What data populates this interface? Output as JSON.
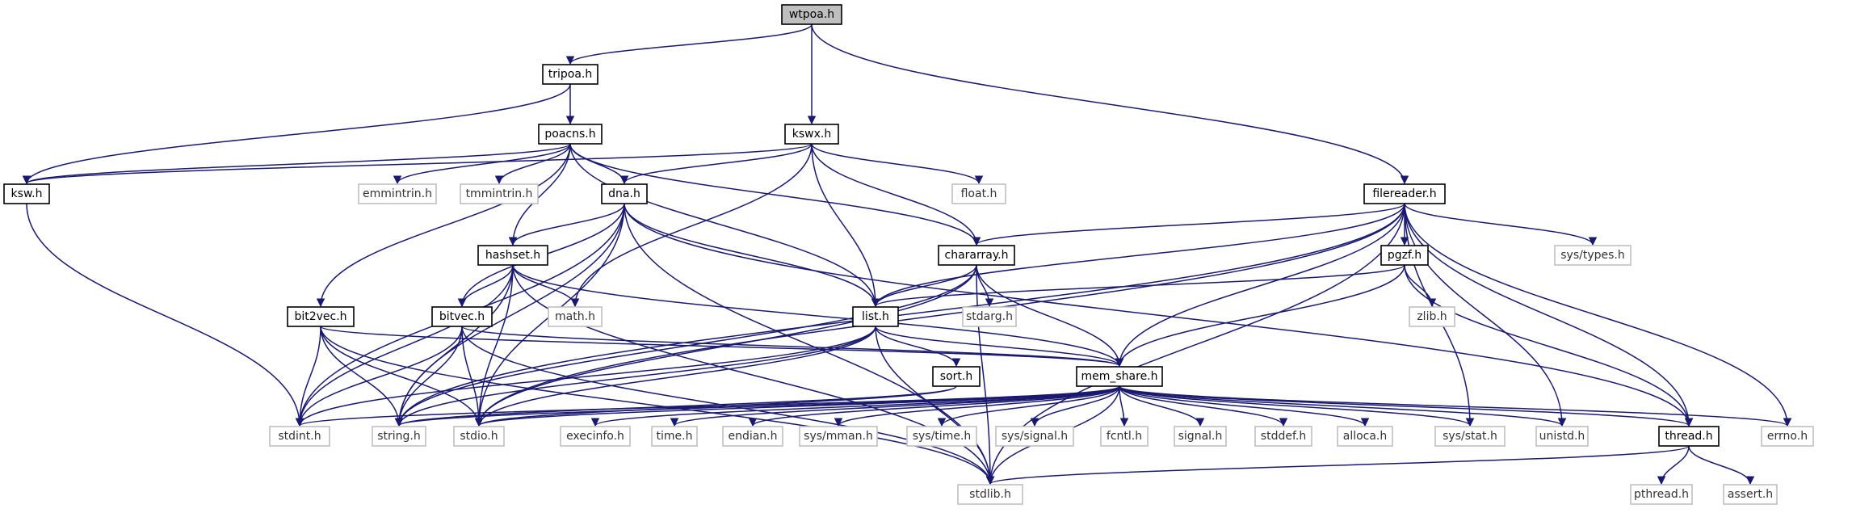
{
  "graph": {
    "root": "wtpoa.h",
    "nodes": [
      {
        "id": "wtpoa",
        "label": "wtpoa.h",
        "kind": "root"
      },
      {
        "id": "tripoa",
        "label": "tripoa.h",
        "kind": "doc"
      },
      {
        "id": "poacns",
        "label": "poacns.h",
        "kind": "doc"
      },
      {
        "id": "kswx",
        "label": "kswx.h",
        "kind": "doc"
      },
      {
        "id": "ksw",
        "label": "ksw.h",
        "kind": "doc"
      },
      {
        "id": "emmintrin",
        "label": "emmintrin.h",
        "kind": "sys"
      },
      {
        "id": "tmmintrin",
        "label": "tmmintrin.h",
        "kind": "sys"
      },
      {
        "id": "dna",
        "label": "dna.h",
        "kind": "doc"
      },
      {
        "id": "floath",
        "label": "float.h",
        "kind": "sys"
      },
      {
        "id": "filereader",
        "label": "filereader.h",
        "kind": "doc"
      },
      {
        "id": "hashset",
        "label": "hashset.h",
        "kind": "doc"
      },
      {
        "id": "chararray",
        "label": "chararray.h",
        "kind": "doc"
      },
      {
        "id": "pgzf",
        "label": "pgzf.h",
        "kind": "doc"
      },
      {
        "id": "systypes",
        "label": "sys/types.h",
        "kind": "sys"
      },
      {
        "id": "bit2vec",
        "label": "bit2vec.h",
        "kind": "doc"
      },
      {
        "id": "bitvec",
        "label": "bitvec.h",
        "kind": "doc"
      },
      {
        "id": "math",
        "label": "math.h",
        "kind": "sys"
      },
      {
        "id": "list",
        "label": "list.h",
        "kind": "doc"
      },
      {
        "id": "stdarg",
        "label": "stdarg.h",
        "kind": "sys"
      },
      {
        "id": "zlib",
        "label": "zlib.h",
        "kind": "sys"
      },
      {
        "id": "sort",
        "label": "sort.h",
        "kind": "doc"
      },
      {
        "id": "memshare",
        "label": "mem_share.h",
        "kind": "doc"
      },
      {
        "id": "stdint",
        "label": "stdint.h",
        "kind": "sys"
      },
      {
        "id": "string",
        "label": "string.h",
        "kind": "sys"
      },
      {
        "id": "stdio",
        "label": "stdio.h",
        "kind": "sys"
      },
      {
        "id": "execinfo",
        "label": "execinfo.h",
        "kind": "sys"
      },
      {
        "id": "time",
        "label": "time.h",
        "kind": "sys"
      },
      {
        "id": "endian",
        "label": "endian.h",
        "kind": "sys"
      },
      {
        "id": "sysmman",
        "label": "sys/mman.h",
        "kind": "sys"
      },
      {
        "id": "systime",
        "label": "sys/time.h",
        "kind": "sys"
      },
      {
        "id": "syssignal",
        "label": "sys/signal.h",
        "kind": "sys"
      },
      {
        "id": "fcntl",
        "label": "fcntl.h",
        "kind": "sys"
      },
      {
        "id": "signal",
        "label": "signal.h",
        "kind": "sys"
      },
      {
        "id": "stddef",
        "label": "stddef.h",
        "kind": "sys"
      },
      {
        "id": "alloca",
        "label": "alloca.h",
        "kind": "sys"
      },
      {
        "id": "sysstat",
        "label": "sys/stat.h",
        "kind": "sys"
      },
      {
        "id": "unistd",
        "label": "unistd.h",
        "kind": "sys"
      },
      {
        "id": "thread",
        "label": "thread.h",
        "kind": "doc"
      },
      {
        "id": "errno",
        "label": "errno.h",
        "kind": "sys"
      },
      {
        "id": "stdlib",
        "label": "stdlib.h",
        "kind": "sys"
      },
      {
        "id": "pthread",
        "label": "pthread.h",
        "kind": "sys"
      },
      {
        "id": "assert",
        "label": "assert.h",
        "kind": "sys"
      }
    ],
    "edges": [
      [
        "wtpoa",
        "tripoa"
      ],
      [
        "wtpoa",
        "kswx"
      ],
      [
        "wtpoa",
        "filereader"
      ],
      [
        "tripoa",
        "poacns"
      ],
      [
        "tripoa",
        "ksw"
      ],
      [
        "poacns",
        "ksw"
      ],
      [
        "poacns",
        "emmintrin"
      ],
      [
        "poacns",
        "tmmintrin"
      ],
      [
        "poacns",
        "dna"
      ],
      [
        "poacns",
        "hashset"
      ],
      [
        "poacns",
        "bit2vec"
      ],
      [
        "poacns",
        "chararray"
      ],
      [
        "poacns",
        "list"
      ],
      [
        "kswx",
        "ksw"
      ],
      [
        "kswx",
        "dna"
      ],
      [
        "kswx",
        "floath"
      ],
      [
        "kswx",
        "chararray"
      ],
      [
        "kswx",
        "list"
      ],
      [
        "kswx",
        "math"
      ],
      [
        "ksw",
        "stdint"
      ],
      [
        "dna",
        "hashset"
      ],
      [
        "dna",
        "bitvec"
      ],
      [
        "dna",
        "list"
      ],
      [
        "dna",
        "stdint"
      ],
      [
        "dna",
        "string"
      ],
      [
        "dna",
        "stdio"
      ],
      [
        "dna",
        "stdlib"
      ],
      [
        "dna",
        "thread"
      ],
      [
        "filereader",
        "chararray"
      ],
      [
        "filereader",
        "pgzf"
      ],
      [
        "filereader",
        "systypes"
      ],
      [
        "filereader",
        "list"
      ],
      [
        "filereader",
        "memshare"
      ],
      [
        "filereader",
        "sysstat"
      ],
      [
        "filereader",
        "unistd"
      ],
      [
        "filereader",
        "thread"
      ],
      [
        "filereader",
        "errno"
      ],
      [
        "filereader",
        "stdlib"
      ],
      [
        "filereader",
        "string"
      ],
      [
        "filereader",
        "stdio"
      ],
      [
        "hashset",
        "bitvec"
      ],
      [
        "hashset",
        "math"
      ],
      [
        "hashset",
        "memshare"
      ],
      [
        "hashset",
        "stdint"
      ],
      [
        "hashset",
        "string"
      ],
      [
        "hashset",
        "stdio"
      ],
      [
        "hashset",
        "stdlib"
      ],
      [
        "chararray",
        "list"
      ],
      [
        "chararray",
        "stdarg"
      ],
      [
        "chararray",
        "memshare"
      ],
      [
        "chararray",
        "string"
      ],
      [
        "chararray",
        "stdio"
      ],
      [
        "chararray",
        "stdlib"
      ],
      [
        "pgzf",
        "list"
      ],
      [
        "pgzf",
        "zlib"
      ],
      [
        "pgzf",
        "memshare"
      ],
      [
        "pgzf",
        "thread"
      ],
      [
        "bit2vec",
        "memshare"
      ],
      [
        "bit2vec",
        "stdint"
      ],
      [
        "bit2vec",
        "string"
      ],
      [
        "bit2vec",
        "stdio"
      ],
      [
        "bit2vec",
        "stdlib"
      ],
      [
        "bitvec",
        "memshare"
      ],
      [
        "bitvec",
        "stdint"
      ],
      [
        "bitvec",
        "string"
      ],
      [
        "bitvec",
        "stdio"
      ],
      [
        "bitvec",
        "stdlib"
      ],
      [
        "list",
        "sort"
      ],
      [
        "list",
        "memshare"
      ],
      [
        "list",
        "stdint"
      ],
      [
        "list",
        "string"
      ],
      [
        "list",
        "stdio"
      ],
      [
        "list",
        "stdlib"
      ],
      [
        "sort",
        "stdio"
      ],
      [
        "sort",
        "string"
      ],
      [
        "memshare",
        "stdint"
      ],
      [
        "memshare",
        "string"
      ],
      [
        "memshare",
        "stdio"
      ],
      [
        "memshare",
        "execinfo"
      ],
      [
        "memshare",
        "time"
      ],
      [
        "memshare",
        "endian"
      ],
      [
        "memshare",
        "sysmman"
      ],
      [
        "memshare",
        "systime"
      ],
      [
        "memshare",
        "syssignal"
      ],
      [
        "memshare",
        "fcntl"
      ],
      [
        "memshare",
        "signal"
      ],
      [
        "memshare",
        "stddef"
      ],
      [
        "memshare",
        "alloca"
      ],
      [
        "memshare",
        "sysstat"
      ],
      [
        "memshare",
        "unistd"
      ],
      [
        "memshare",
        "thread"
      ],
      [
        "memshare",
        "errno"
      ],
      [
        "memshare",
        "stdlib"
      ],
      [
        "thread",
        "stdlib"
      ],
      [
        "thread",
        "pthread"
      ],
      [
        "thread",
        "assert"
      ]
    ]
  }
}
